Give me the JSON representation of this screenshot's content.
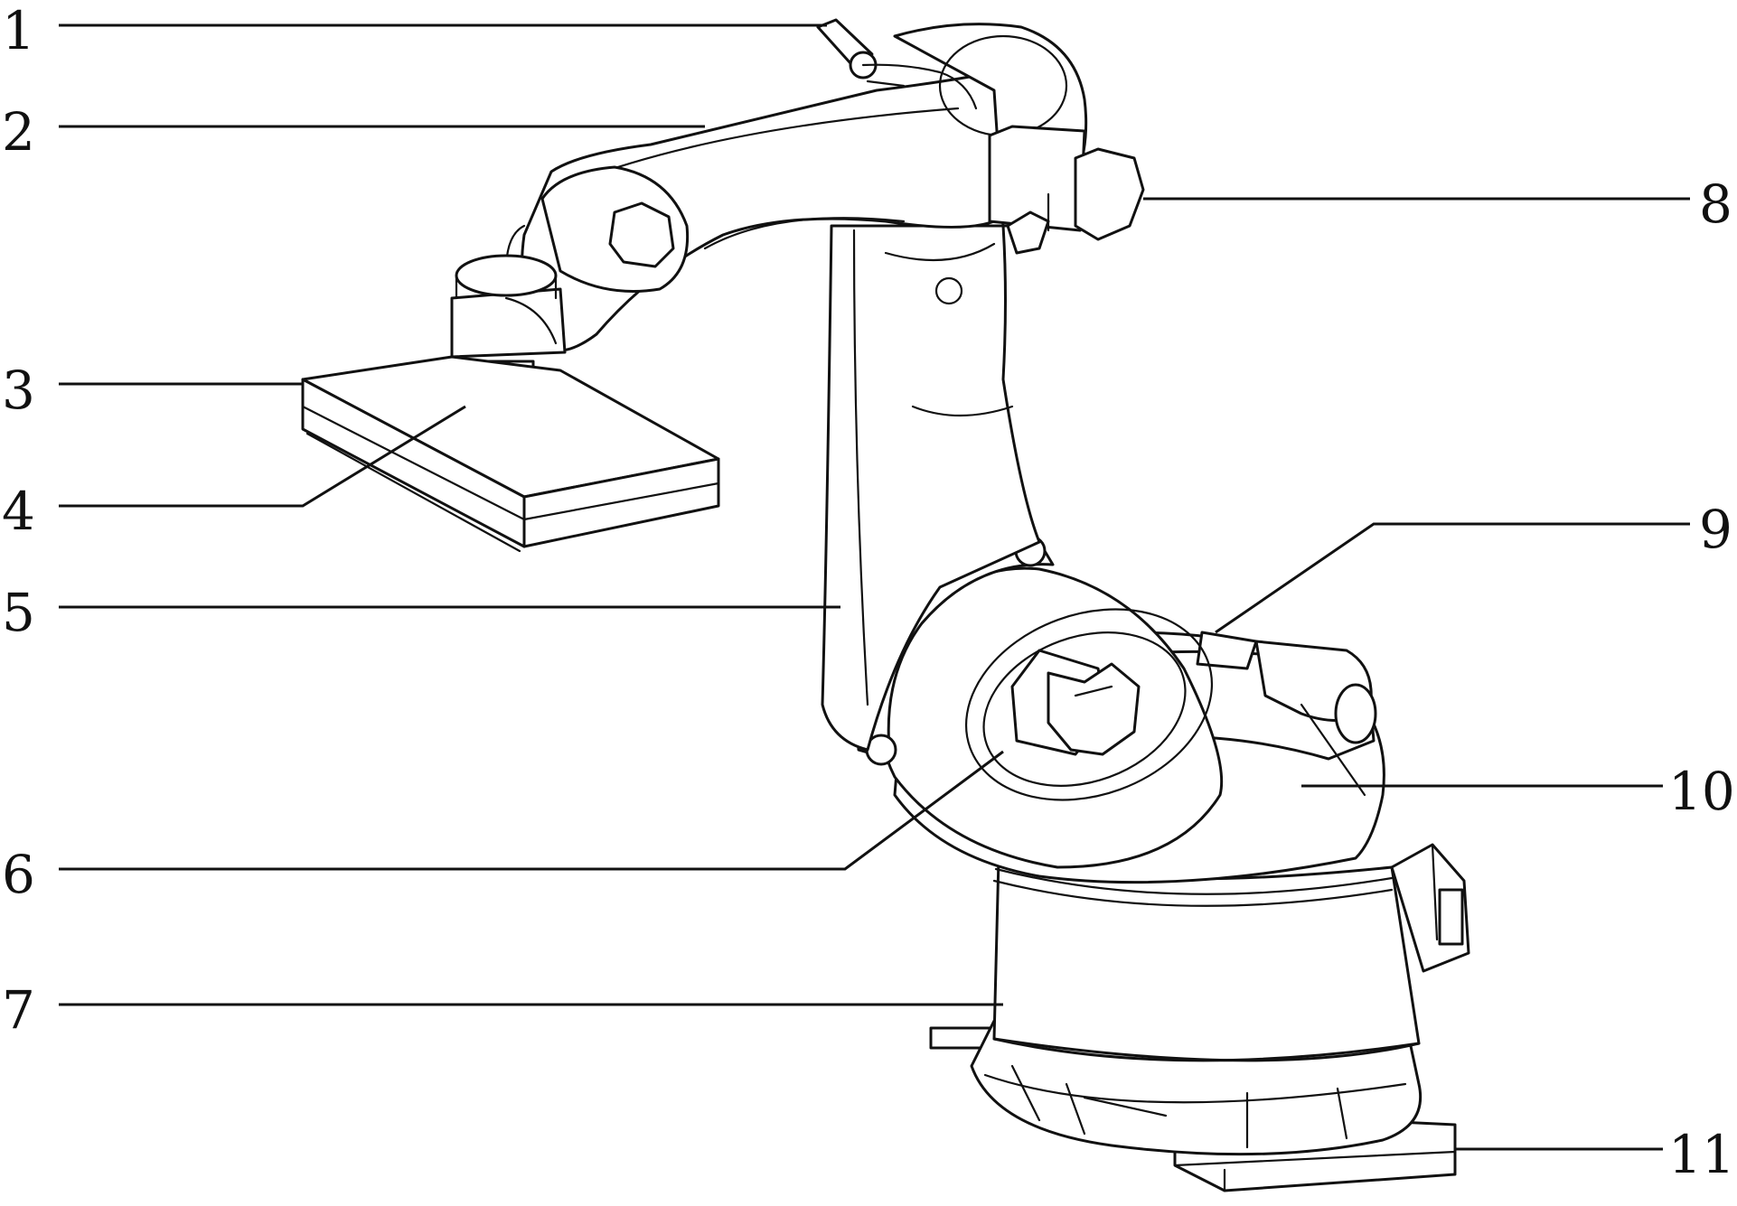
{
  "labels": [
    {
      "id": "1",
      "text": "1"
    },
    {
      "id": "2",
      "text": "2"
    },
    {
      "id": "3",
      "text": "3"
    },
    {
      "id": "4",
      "text": "4"
    },
    {
      "id": "5",
      "text": "5"
    },
    {
      "id": "6",
      "text": "6"
    },
    {
      "id": "7",
      "text": "7"
    },
    {
      "id": "8",
      "text": "8"
    },
    {
      "id": "9",
      "text": "9"
    },
    {
      "id": "10",
      "text": "10"
    },
    {
      "id": "11",
      "text": "11"
    }
  ],
  "colors": {
    "stroke": "#111111",
    "background": "#ffffff"
  }
}
